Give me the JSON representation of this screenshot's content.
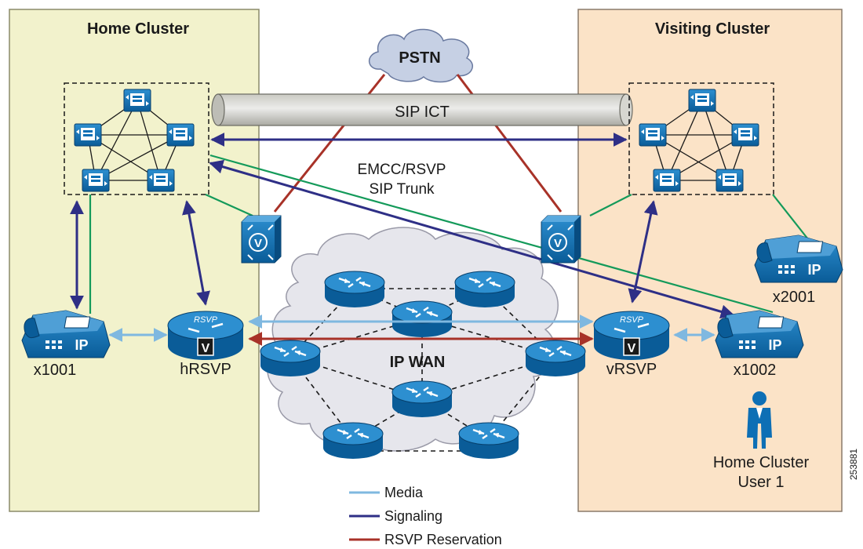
{
  "regions": {
    "home": {
      "title": "Home Cluster",
      "fill": "#f2f2cc"
    },
    "visiting": {
      "title": "Visiting Cluster",
      "fill": "#fbe3c7"
    }
  },
  "pstn": {
    "label": "PSTN"
  },
  "sip_ict": {
    "label": "SIP ICT"
  },
  "emcc": {
    "line1": "EMCC/RSVP",
    "line2": "SIP Trunk"
  },
  "ip_wan": {
    "label": "IP WAN"
  },
  "routers": {
    "home": {
      "label": "hRSVP",
      "badge": "V",
      "top_text": "RSVP"
    },
    "visiting": {
      "label": "vRSVP",
      "badge": "V",
      "top_text": "RSVP"
    }
  },
  "phones": {
    "x1001": {
      "label": "x1001",
      "badge": "IP"
    },
    "x1002": {
      "label": "x1002",
      "badge": "IP"
    },
    "x2001": {
      "label": "x2001",
      "badge": "IP"
    }
  },
  "gateways": {
    "home_badge": "V",
    "visiting_badge": "V"
  },
  "user": {
    "line1": "Home Cluster",
    "line2": "User 1"
  },
  "legend": {
    "media": "Media",
    "signaling": "Signaling",
    "rsvp": "RSVP Reservation"
  },
  "figure_id": "253881",
  "colors": {
    "media": "#7fb8e0",
    "signaling": "#2e2f86",
    "rsvp": "#a83228",
    "sip_green": "#149a5a",
    "device_blue": "#0d6fb5",
    "cloud": "#e6e6ec"
  }
}
